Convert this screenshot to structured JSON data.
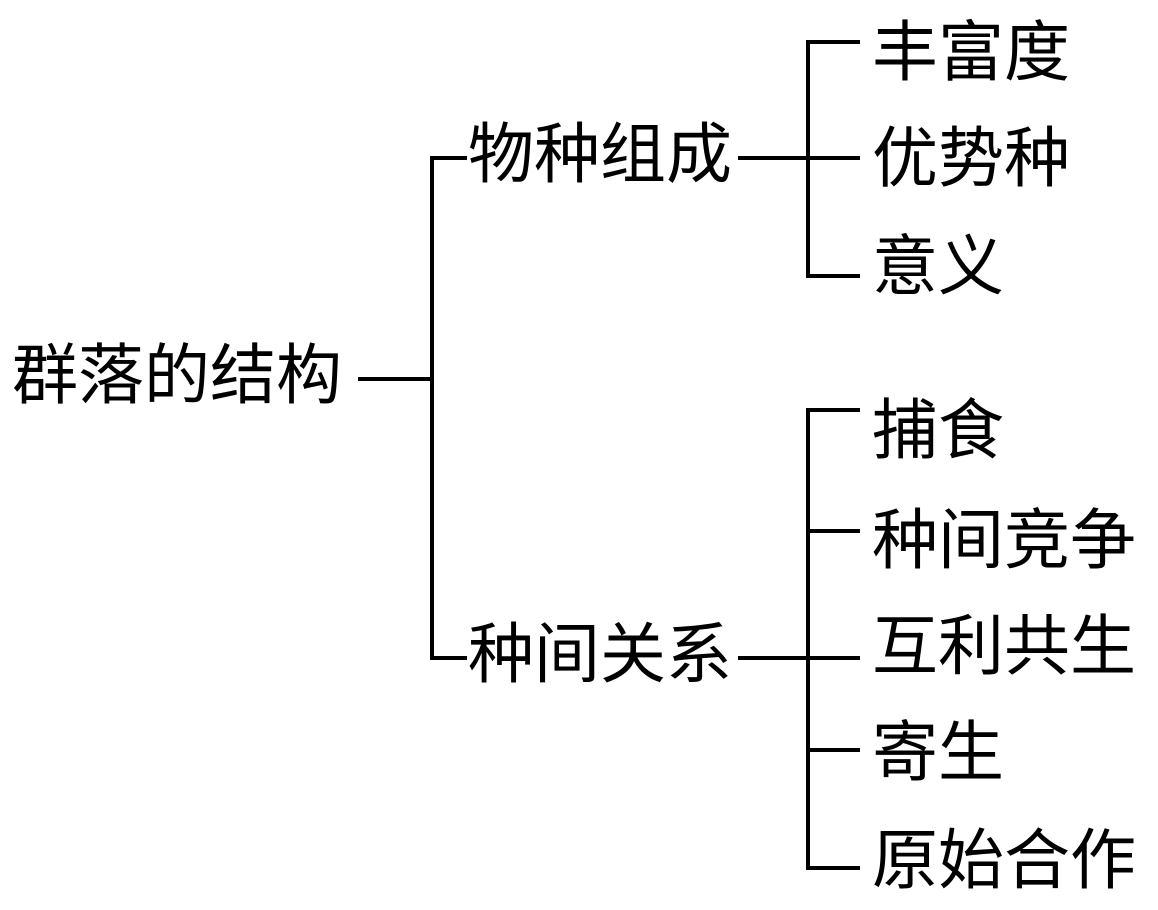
{
  "diagram": {
    "root": "群落的结构",
    "branches": [
      {
        "label": "物种组成",
        "children": [
          "丰富度",
          "优势种",
          "意义"
        ]
      },
      {
        "label": "种间关系",
        "children": [
          "捕食",
          "种间竞争",
          "互利共生",
          "寄生",
          "原始合作"
        ]
      }
    ]
  }
}
